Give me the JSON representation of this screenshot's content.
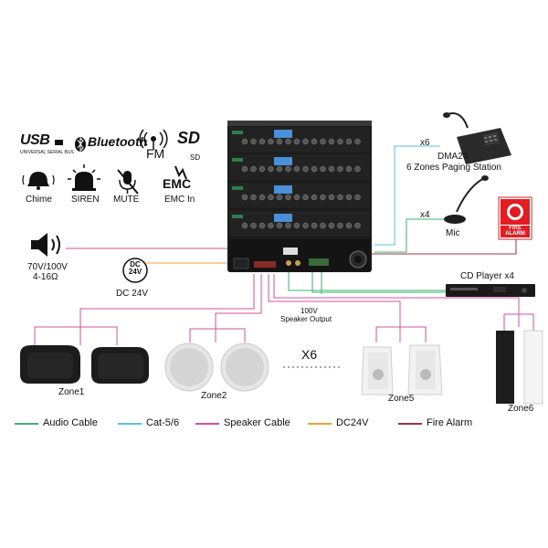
{
  "features": {
    "usb": "USB",
    "usb_sub": "UNIVERSAL SERIAL BUS",
    "bluetooth": "Bluetooth",
    "fm": "FM",
    "sd": "SD",
    "sd_sub": "SD",
    "chime": "Chime",
    "siren": "SIREN",
    "mute": "MUTE",
    "emc_logo": "EMC",
    "emc": "EMC In"
  },
  "inputs": {
    "speaker_spec_1": "70V/100V",
    "speaker_spec_2": "4-16Ω",
    "dc_badge_1": "DC",
    "dc_badge_2": "24V",
    "dc_label": "DC 24V"
  },
  "devices": {
    "paging_count": "x6",
    "paging_model": "DMA20",
    "paging_desc": "6 Zones Paging Station",
    "mic_count": "x4",
    "mic": "Mic",
    "fire_1": "FIRE",
    "fire_2": "ALARM",
    "cd_player": "CD Player x4",
    "speaker_output_1": "100V",
    "speaker_output_2": "Speaker Output",
    "multiplier": "X6"
  },
  "zones": [
    "Zone1",
    "Zone2",
    "Zone5",
    "Zone6"
  ],
  "legend": [
    {
      "label": "Audio Cable",
      "color": "#3db36b"
    },
    {
      "label": "Cat-5/6",
      "color": "#5bc0de"
    },
    {
      "label": "Speaker Cable",
      "color": "#d94fa0"
    },
    {
      "label": "DC24V",
      "color": "#f0a030"
    },
    {
      "label": "Fire Alarm",
      "color": "#a0304a"
    }
  ],
  "colors": {
    "speaker_cable": "#d94fa0",
    "cat": "#5bc0de",
    "audio": "#3db36b",
    "dc": "#f0a030",
    "fire": "#a0304a"
  }
}
